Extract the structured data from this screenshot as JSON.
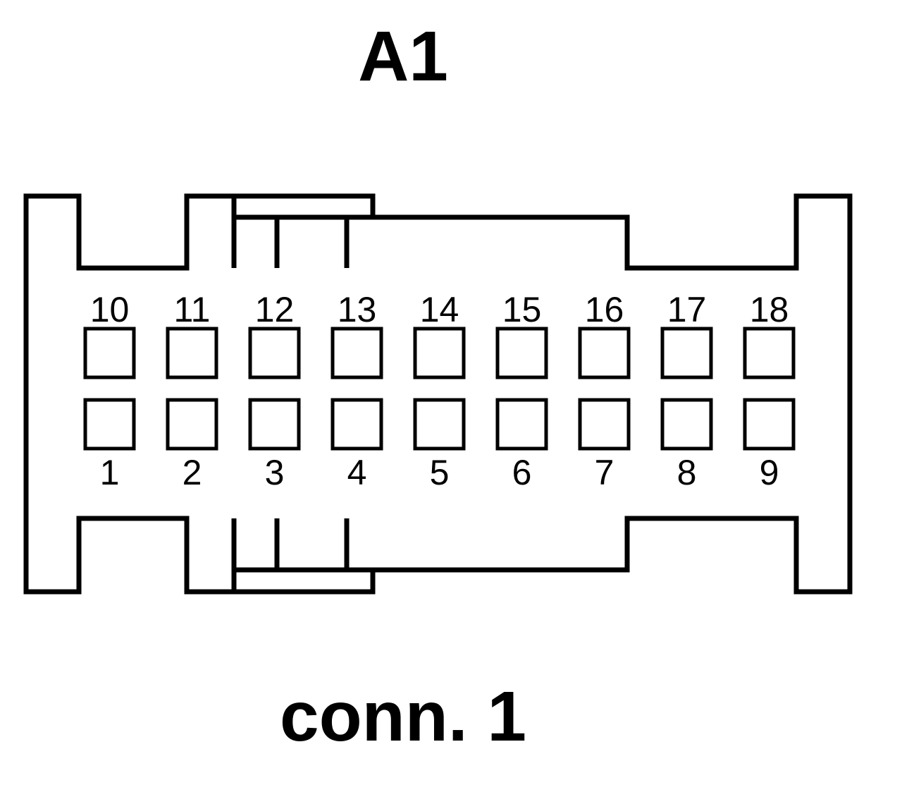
{
  "title": "A1",
  "caption": "conn. 1",
  "connector": {
    "top_row_pins": [
      "10",
      "11",
      "12",
      "13",
      "14",
      "15",
      "16",
      "17",
      "18"
    ],
    "bottom_row_pins": [
      "1",
      "2",
      "3",
      "4",
      "5",
      "6",
      "7",
      "8",
      "9"
    ]
  }
}
